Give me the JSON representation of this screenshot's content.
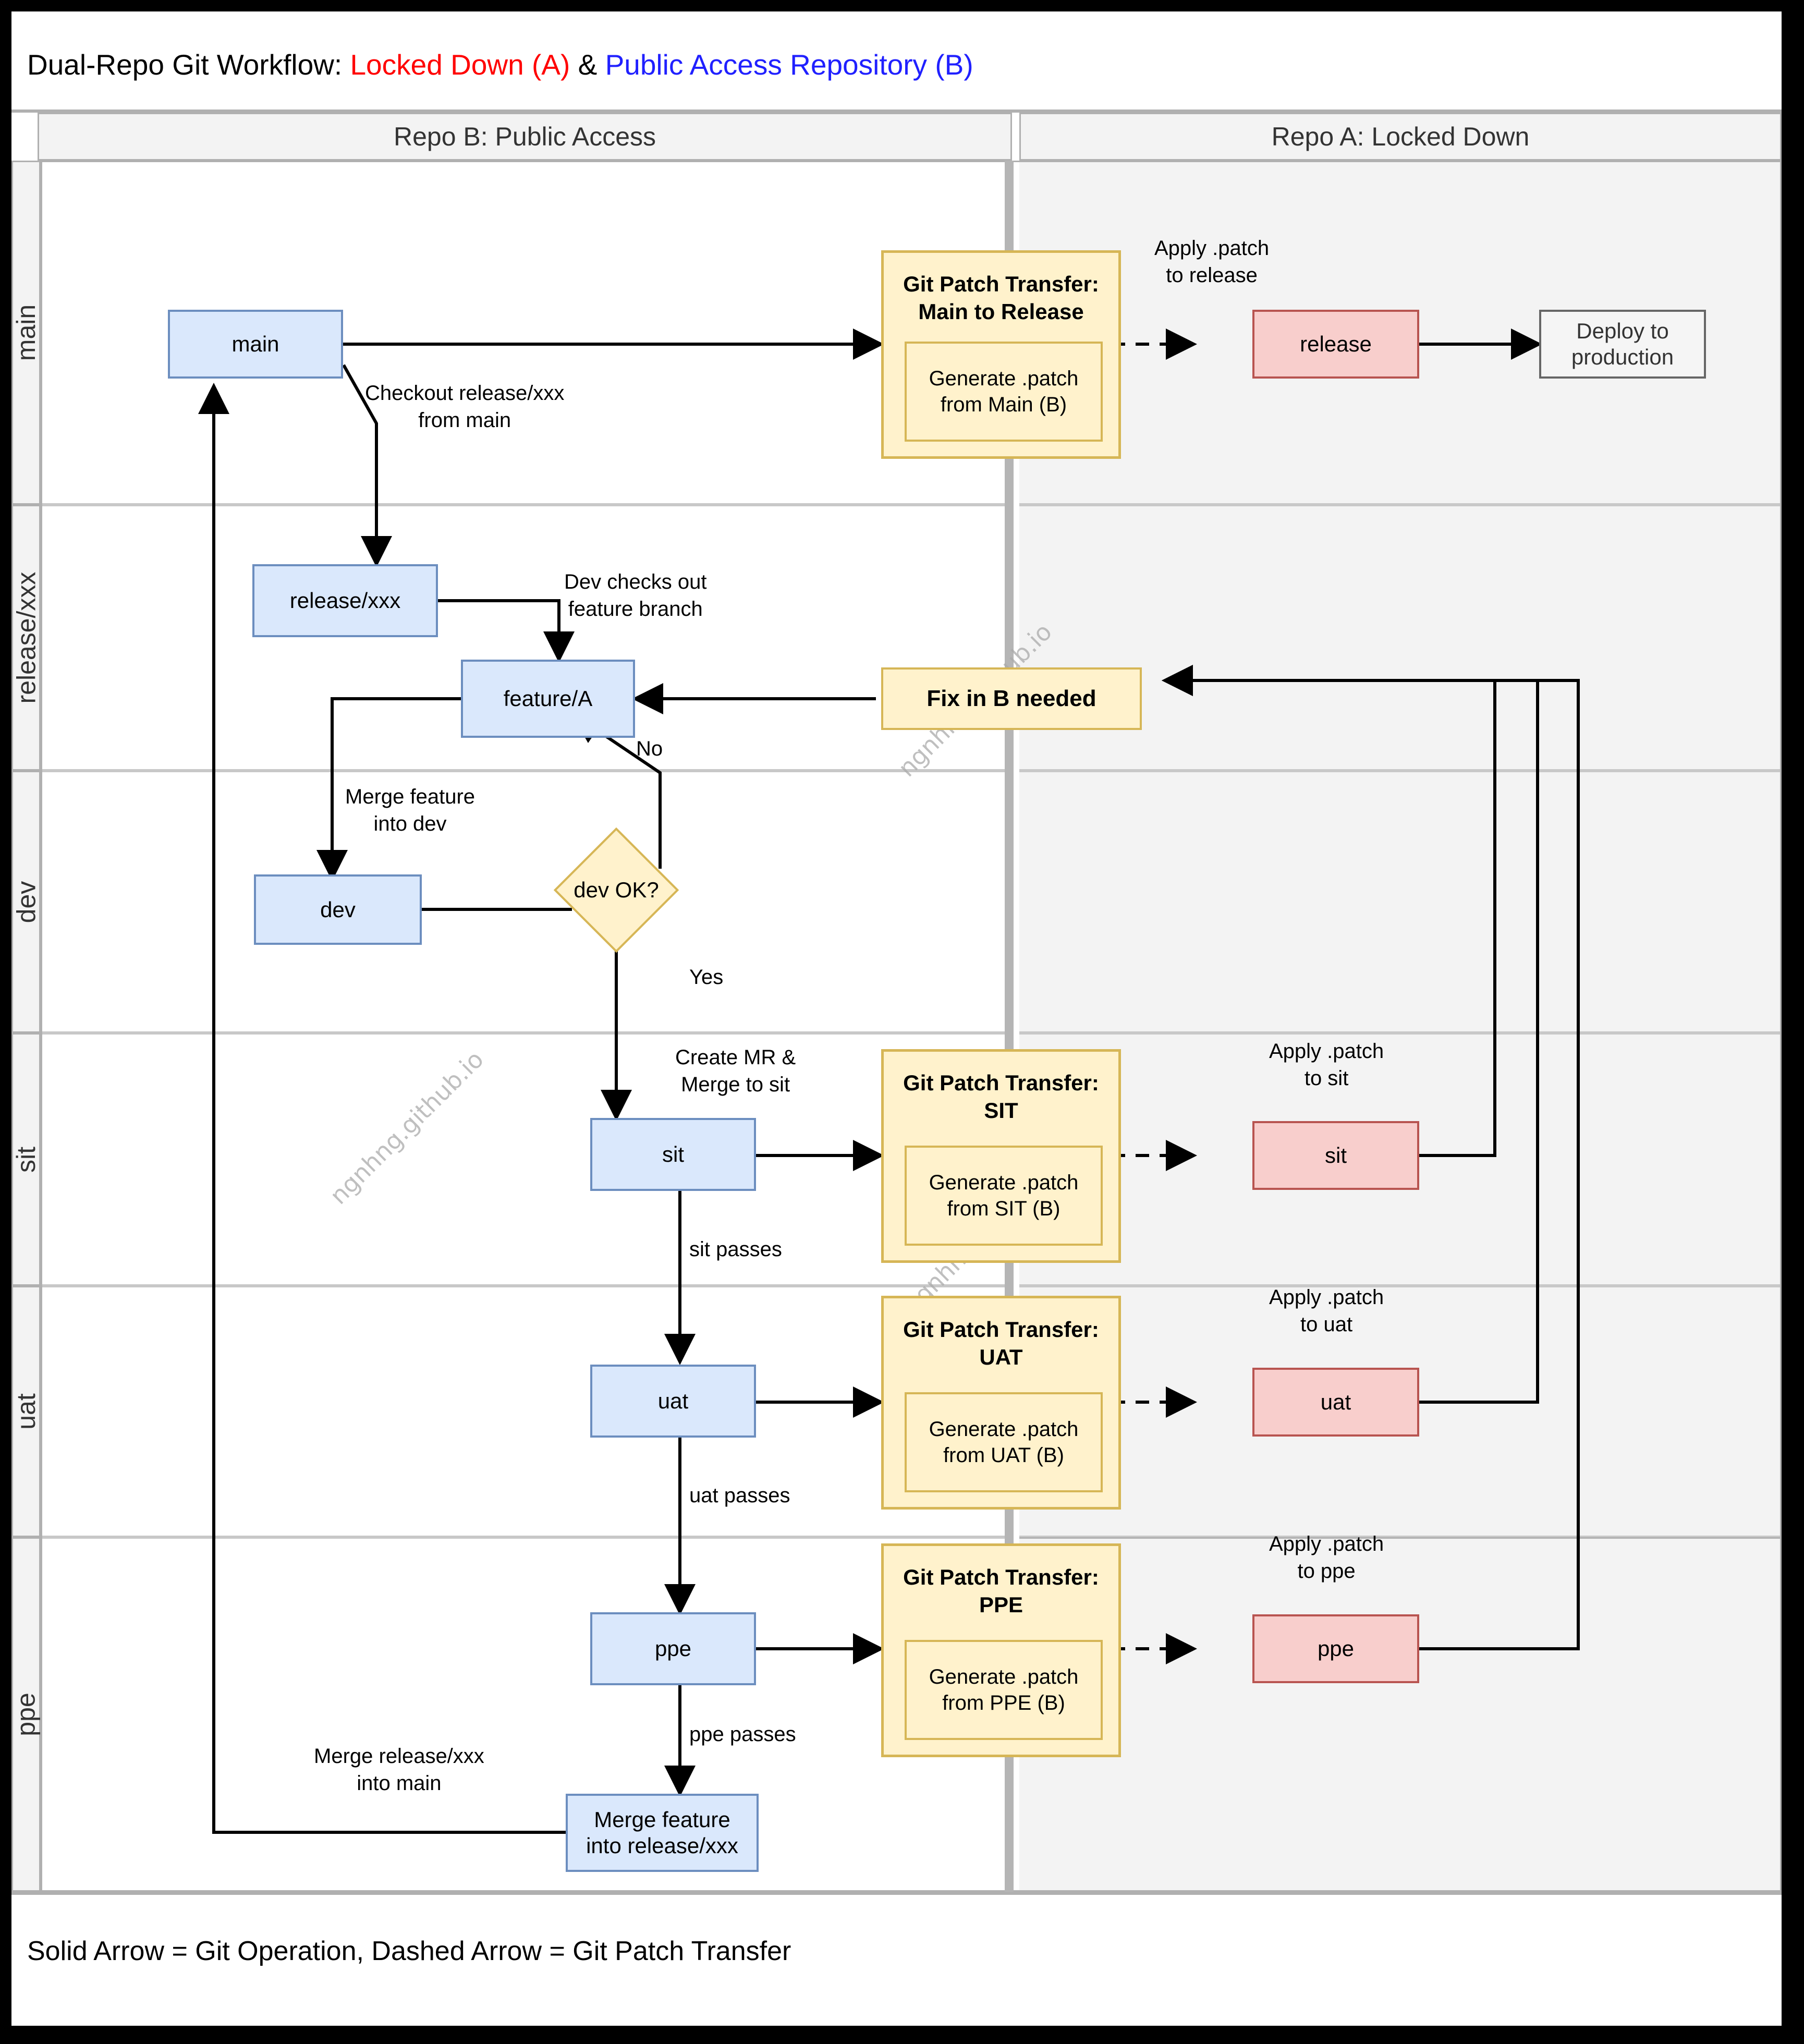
{
  "title": {
    "prefix": "Dual-Repo Git Workflow: ",
    "repo_a": "Locked Down (A)",
    "sep": " & ",
    "repo_b": "Public Access Repository (B)",
    "repo_a_color": "#ff0000",
    "repo_b_color": "#2020ff"
  },
  "columns": {
    "b": "Repo B: Public Access",
    "a": "Repo A: Locked Down"
  },
  "lanes": [
    {
      "label": "main"
    },
    {
      "label": "release/xxx"
    },
    {
      "label": "dev"
    },
    {
      "label": "sit"
    },
    {
      "label": "uat"
    },
    {
      "label": "ppe"
    }
  ],
  "nodes": {
    "main": "main",
    "release_xxx": "release/xxx",
    "feature_a": "feature/A",
    "dev": "dev",
    "dev_ok": "dev OK?",
    "sit_b": "sit",
    "uat_b": "uat",
    "ppe_b": "ppe",
    "merge_feature_release": "Merge feature\ninto release/xxx",
    "fix_in_b": "Fix in B needed",
    "release_a": "release",
    "sit_a": "sit",
    "uat_a": "uat",
    "ppe_a": "ppe",
    "deploy": "Deploy to\nproduction"
  },
  "groups": [
    {
      "id": "gmain",
      "title": "Git Patch Transfer:\nMain to Release",
      "inner": "Generate .patch\nfrom Main (B)"
    },
    {
      "id": "gsit",
      "title": "Git Patch Transfer:\nSIT",
      "inner": "Generate .patch\nfrom SIT (B)"
    },
    {
      "id": "guat",
      "title": "Git Patch Transfer:\nUAT",
      "inner": "Generate .patch\nfrom UAT (B)"
    },
    {
      "id": "gppe",
      "title": "Git Patch Transfer:\nPPE",
      "inner": "Generate .patch\nfrom PPE (B)"
    }
  ],
  "edge_labels": {
    "checkout_release": "Checkout release/xxx\nfrom main",
    "apply_release": "Apply .patch\nto release",
    "dev_checks_out": "Dev checks out\nfeature branch",
    "no": "No",
    "merge_feature_dev": "Merge feature\ninto dev",
    "yes": "Yes",
    "create_mr": "Create MR &\nMerge to sit",
    "apply_sit": "Apply .patch\nto sit",
    "sit_passes": "sit passes",
    "apply_uat": "Apply .patch\nto uat",
    "uat_passes": "uat passes",
    "apply_ppe": "Apply .patch\nto ppe",
    "ppe_passes": "ppe passes",
    "merge_release_main": "Merge release/xxx\ninto main"
  },
  "footer": "Solid Arrow = Git Operation, Dashed Arrow = Git Patch Transfer",
  "watermark": "ngnhng.github.io",
  "palette": {
    "blue_fill": "#dae8fc",
    "blue_stroke": "#6c8ebf",
    "red_fill": "#f8cecc",
    "red_stroke": "#b85450",
    "yellow_fill": "#fff2cc",
    "yellow_stroke": "#d6b656",
    "lane_header": "#f3f3f3",
    "divider": "#b5b5b5"
  }
}
